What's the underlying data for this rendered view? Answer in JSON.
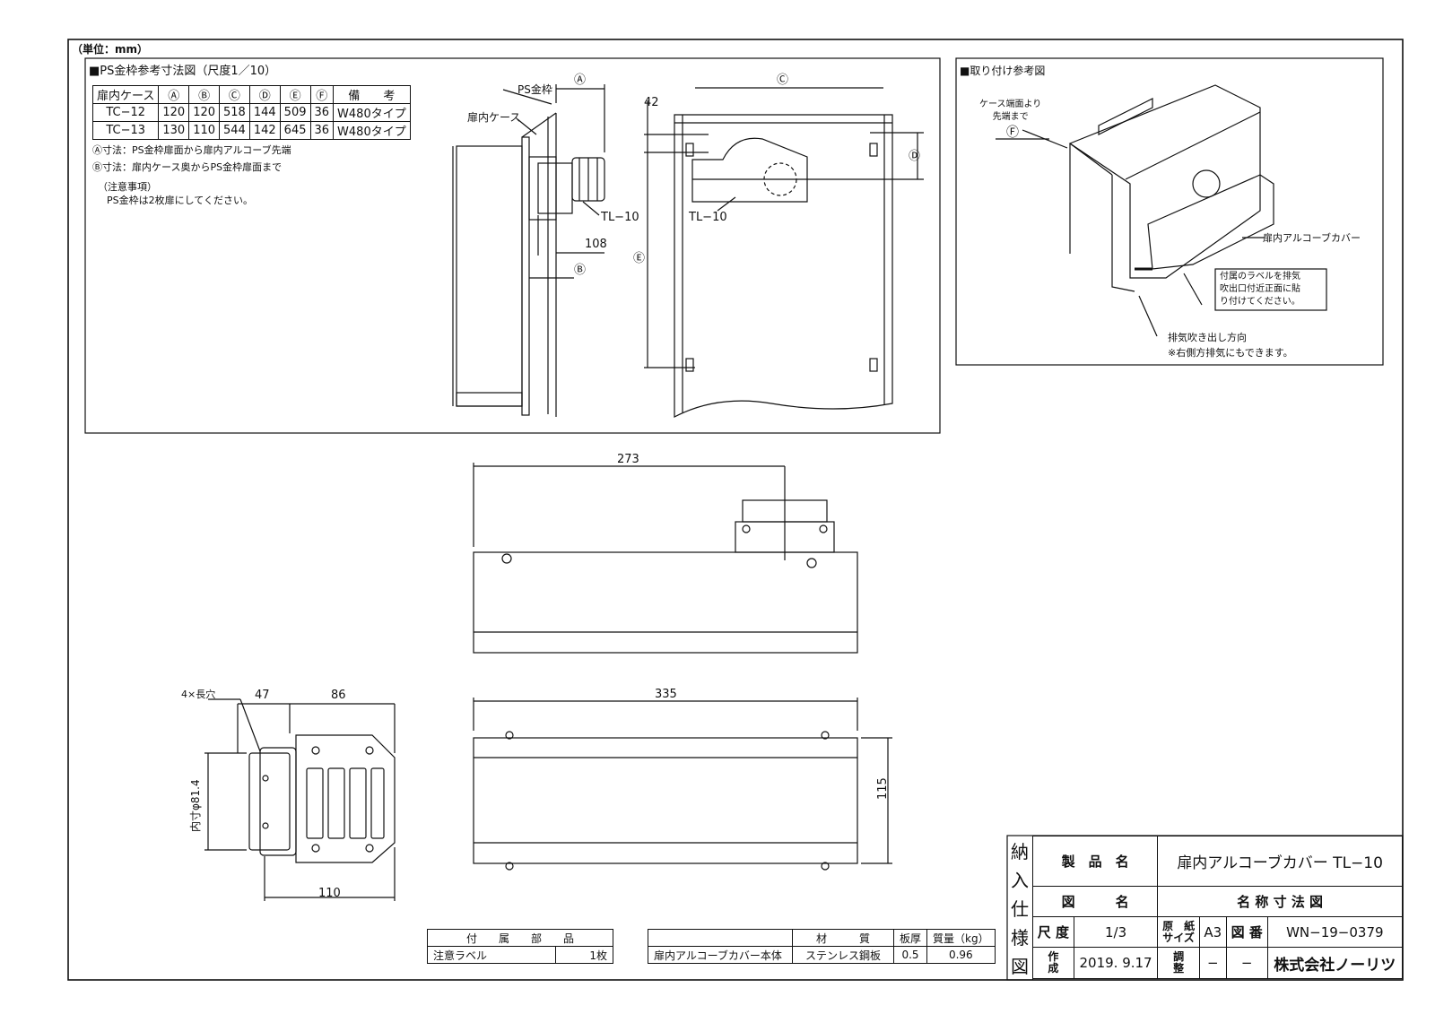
{
  "unit_label": "（単位：mm）",
  "ps_section": {
    "title": "■PS金枠参考寸法図（尺度1／10）",
    "table": {
      "headers": [
        "扉内ケース",
        "Ⓐ",
        "Ⓑ",
        "Ⓒ",
        "Ⓓ",
        "Ⓔ",
        "Ⓕ",
        "備　　考"
      ],
      "rows": [
        [
          "TC−12",
          "120",
          "120",
          "518",
          "144",
          "509",
          "36",
          "W480タイプ"
        ],
        [
          "TC−13",
          "130",
          "110",
          "544",
          "142",
          "645",
          "36",
          "W480タイプ"
        ]
      ]
    },
    "notes": [
      "Ⓐ寸法：PS金枠扉面から扉内アルコーブ先端",
      "Ⓑ寸法：扉内ケース奥からPS金枠扉面まで"
    ],
    "caution_title": "（注意事項）",
    "caution_text": "PS金枠は2枚扉にしてください。",
    "labels": {
      "ps_frame": "PS金枠",
      "door_case": "扉内ケース",
      "tl10_side": "TL−10",
      "tl10_front": "TL−10",
      "dim_a": "Ⓐ",
      "dim_b": "Ⓑ",
      "dim_c": "Ⓒ",
      "dim_d": "Ⓓ",
      "dim_e": "Ⓔ",
      "dim_108": "108",
      "dim_42": "42"
    }
  },
  "install_section": {
    "title": "■取り付け参考図",
    "case_edge_label": "ケース端面より\n先端まで",
    "dim_f": "Ⓕ",
    "cover_label": "扉内アルコーブカバー",
    "label_note": "付属のラベルを排気\n吹出口付近正面に貼\nり付けてください。",
    "exhaust_dir": "排気吹き出し方向",
    "right_side_note": "※右側方排気にもできます。"
  },
  "dims": {
    "top_width": "273",
    "front_width": "335",
    "front_height": "115",
    "side_47": "47",
    "side_86": "86",
    "side_110": "110",
    "slot_label": "4×長穴",
    "inner_dia": "内寸φ81.4"
  },
  "accessory_table": {
    "headers": [
      "付　　属　　部　　品"
    ],
    "rows": [
      [
        "注意ラベル",
        "1枚"
      ]
    ]
  },
  "material_table": {
    "headers": [
      "",
      "材　　　質",
      "板厚",
      "質量（kg）"
    ],
    "rows": [
      [
        "扉内アルコーブカバー本体",
        "ステンレス鋼板",
        "0.5",
        "0.96"
      ]
    ]
  },
  "title_block": {
    "side_label": [
      "納",
      "入",
      "仕",
      "様",
      "図"
    ],
    "product_name_label": "製　品　名",
    "product_name": "扉内アルコーブカバー TL−10",
    "drawing_name_label": "図　　　名",
    "drawing_name": "名 称 寸 法 図",
    "scale_label": "尺 度",
    "scale": "1/3",
    "paper_label": "原　紙\nサイズ",
    "paper": "A3",
    "drawing_no_label": "図 番",
    "drawing_no": "WN−19−0379",
    "created_label": "作\n成",
    "created": "2019. 9.17",
    "adjusted_label": "調\n整",
    "adjusted": "−",
    "adjusted_no": "−",
    "company": "株式会社ノーリツ"
  }
}
